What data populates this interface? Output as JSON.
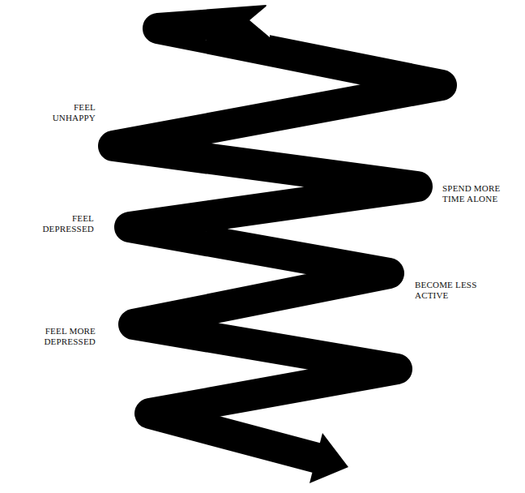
{
  "diagram": {
    "labels": [
      "FEEL UNHAPPY",
      "SPEND MORE TIME ALONE",
      "FEEL DEPRESSED",
      "BECOME LESS ACTIVE",
      "FEEL MORE DEPRESSED"
    ]
  }
}
